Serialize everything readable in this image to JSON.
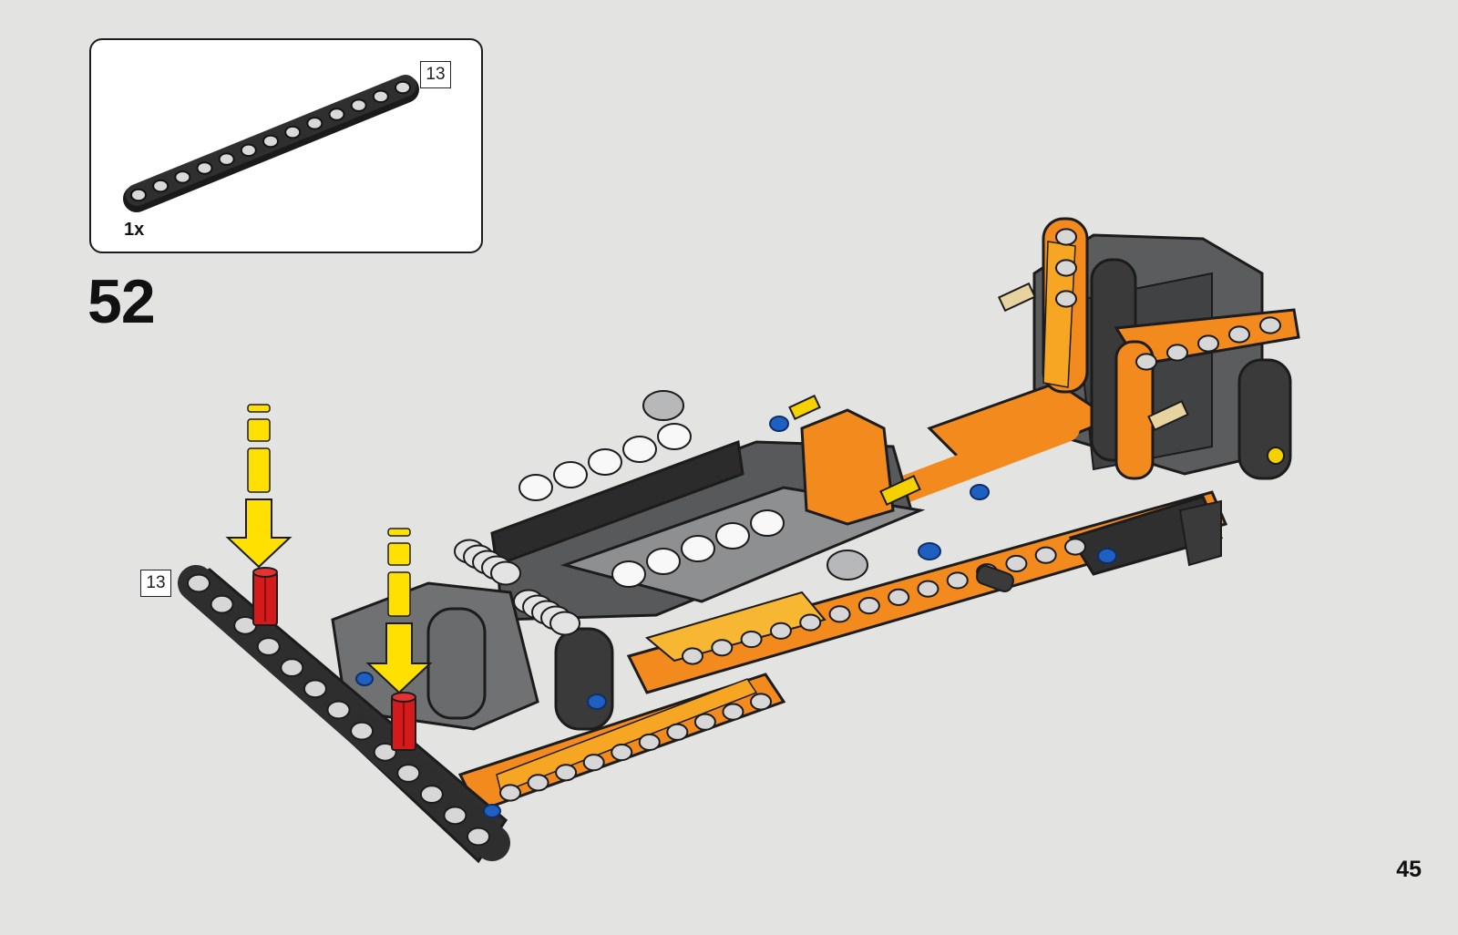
{
  "parts_callout": {
    "quantity": "1x",
    "part_length": "13",
    "part_color": "#2a2a2a"
  },
  "step": {
    "number": "52",
    "beam_length_label": "13"
  },
  "page": {
    "number": "45"
  },
  "colors": {
    "background": "#e3e4e2",
    "arrow": "#ffe000",
    "pin_red": "#d31b1b",
    "orange": "#f28a1e",
    "dark_gray": "#3a3a3a",
    "light_gray": "#9a9b9d",
    "blue_pin": "#1f5fc2",
    "tan_axle": "#e6d3a0"
  },
  "icons": [
    "down-arrow-icon",
    "red-pin-icon"
  ]
}
